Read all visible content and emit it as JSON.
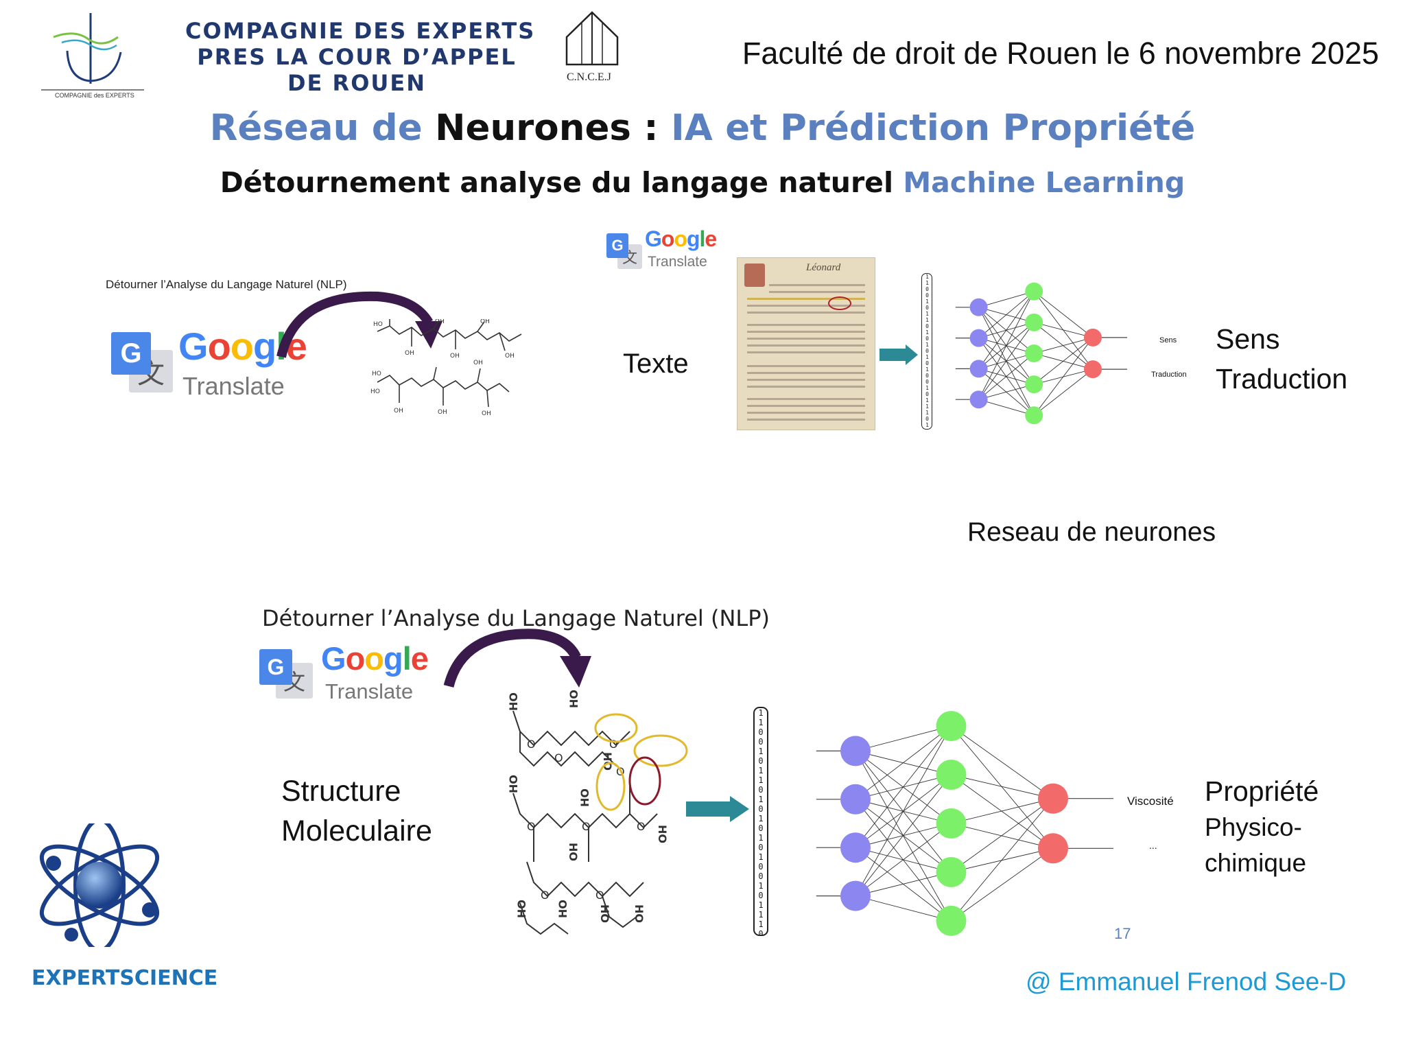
{
  "header": {
    "org_name_lines": [
      "COMPAGNIE DES EXPERTS",
      "PRES LA COUR D’APPEL",
      "DE ROUEN"
    ],
    "org_logo_caption": "COMPAGNIE des EXPERTS",
    "cncej_label": "C.N.C.E.J",
    "event_line": "Faculté de droit de Rouen le 6 novembre 2025"
  },
  "title": {
    "part1": "Réseau de ",
    "part2": "Neurones :  ",
    "part3": "IA et Prédiction Propriété"
  },
  "subtitle": {
    "part1": "Détournement analyse du langage naturel ",
    "part2": "Machine Learning"
  },
  "top_section": {
    "nlp_label": "Détourner l’Analyse du Langage Naturel (NLP)",
    "google_word": "Google",
    "translate_word": "Translate",
    "input_label": "Texte",
    "doc_heading": "Léonard",
    "binary": "1100101101010101001011101111",
    "nn_outputs": [
      "Sens",
      "Traduction"
    ],
    "result_lines": [
      "Sens",
      "Traduction"
    ],
    "caption": "Reseau de neurones"
  },
  "bottom_section": {
    "nlp_label": "Détourner l’Analyse du Langage Naturel (NLP)",
    "google_word": "Google",
    "translate_word": "Translate",
    "input_lines": [
      "Structure",
      "Moleculaire"
    ],
    "binary": "1100101101010101001011101111",
    "nn_outputs": [
      "Viscosité",
      "..."
    ],
    "result_lines": [
      "Propriété",
      "Physico-",
      "chimique"
    ]
  },
  "footer": {
    "page_number": "17",
    "brand": "EXPERTSCIENCE",
    "author": "@ Emmanuel Frenod See-D"
  },
  "colors": {
    "title_blue": "#5b80c0",
    "navy": "#21386f",
    "arrow_purple": "#3a1a4a",
    "arrow_teal": "#2b8a96",
    "node_input": "#8c86f0",
    "node_hidden": "#7df06a",
    "node_output": "#f26a6a",
    "author_blue": "#1c9ad6"
  }
}
